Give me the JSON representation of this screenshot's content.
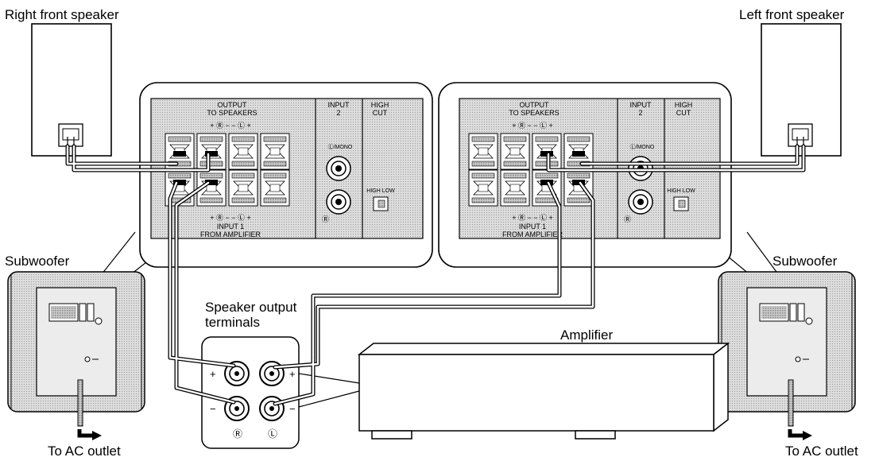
{
  "labels": {
    "right_front_speaker": "Right front speaker",
    "left_front_speaker": "Left front speaker",
    "subwoofer_left": "Subwoofer",
    "subwoofer_right": "Subwoofer",
    "speaker_output_terminals": "Speaker output\nterminals",
    "amplifier": "Amplifier",
    "ac_outlet_left": "To AC outlet",
    "ac_outlet_right": "To AC outlet"
  },
  "panel": {
    "output_title_1": "OUTPUT",
    "output_title_2": "TO SPEAKERS",
    "input2_title_1": "INPUT",
    "input2_title_2": "2",
    "highcut_title_1": "HIGH",
    "highcut_title_2": "CUT",
    "input1_title_1": "INPUT 1",
    "input1_title_2": "FROM AMPLIFIER",
    "mono_label": "Ⓛ/MONO",
    "r_jack_label": "Ⓡ",
    "switch_label": "HIGH LOW",
    "top_marks": "+ Ⓡ −    − Ⓛ +",
    "bottom_marks": "+ Ⓡ −    − Ⓛ +"
  },
  "terminals": {
    "plus": "+",
    "minus": "−",
    "r_mark": "Ⓡ",
    "l_mark": "Ⓛ"
  }
}
